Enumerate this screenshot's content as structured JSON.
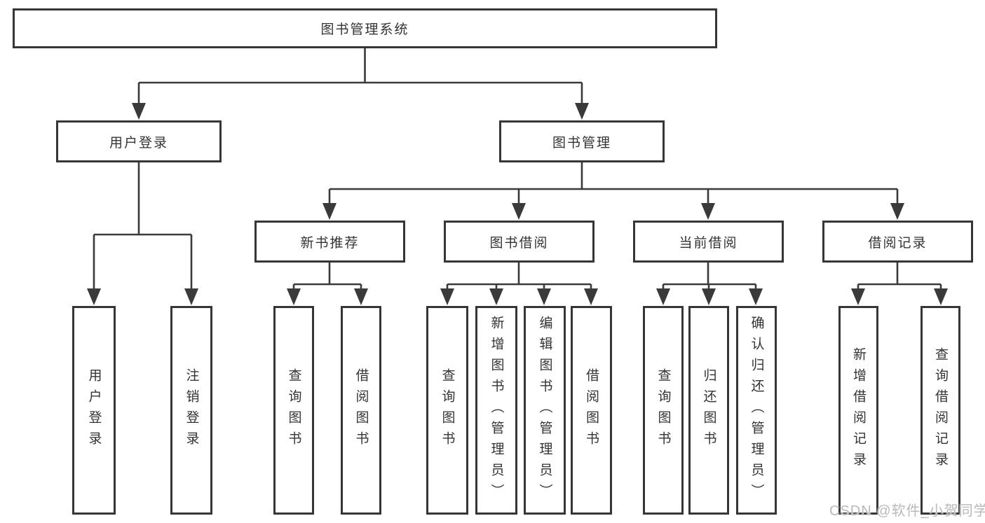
{
  "watermark": "CSDN @软件_小贺同学",
  "colors": {
    "background": "#ffffff",
    "line": "#3a3a3a",
    "box_border": "#363636",
    "text": "#333333",
    "watermark": "#b9b9b9"
  },
  "tree": {
    "root": {
      "label": "图书管理系统",
      "children": [
        {
          "label": "用户登录",
          "children": [
            {
              "label": "用户登录"
            },
            {
              "label": "注销登录"
            }
          ]
        },
        {
          "label": "图书管理",
          "children": [
            {
              "label": "新书推荐",
              "children": [
                {
                  "label": "查询图书"
                },
                {
                  "label": "借阅图书"
                }
              ]
            },
            {
              "label": "图书借阅",
              "children": [
                {
                  "label": "查询图书"
                },
                {
                  "label": "新增图书（管理员）"
                },
                {
                  "label": "编辑图书（管理员）"
                },
                {
                  "label": "借阅图书"
                }
              ]
            },
            {
              "label": "当前借阅",
              "children": [
                {
                  "label": "查询图书"
                },
                {
                  "label": "归还图书"
                },
                {
                  "label": "确认归还（管理员）"
                }
              ]
            },
            {
              "label": "借阅记录",
              "children": [
                {
                  "label": "新增借阅记录"
                },
                {
                  "label": "查询借阅记录"
                }
              ]
            }
          ]
        }
      ]
    }
  }
}
